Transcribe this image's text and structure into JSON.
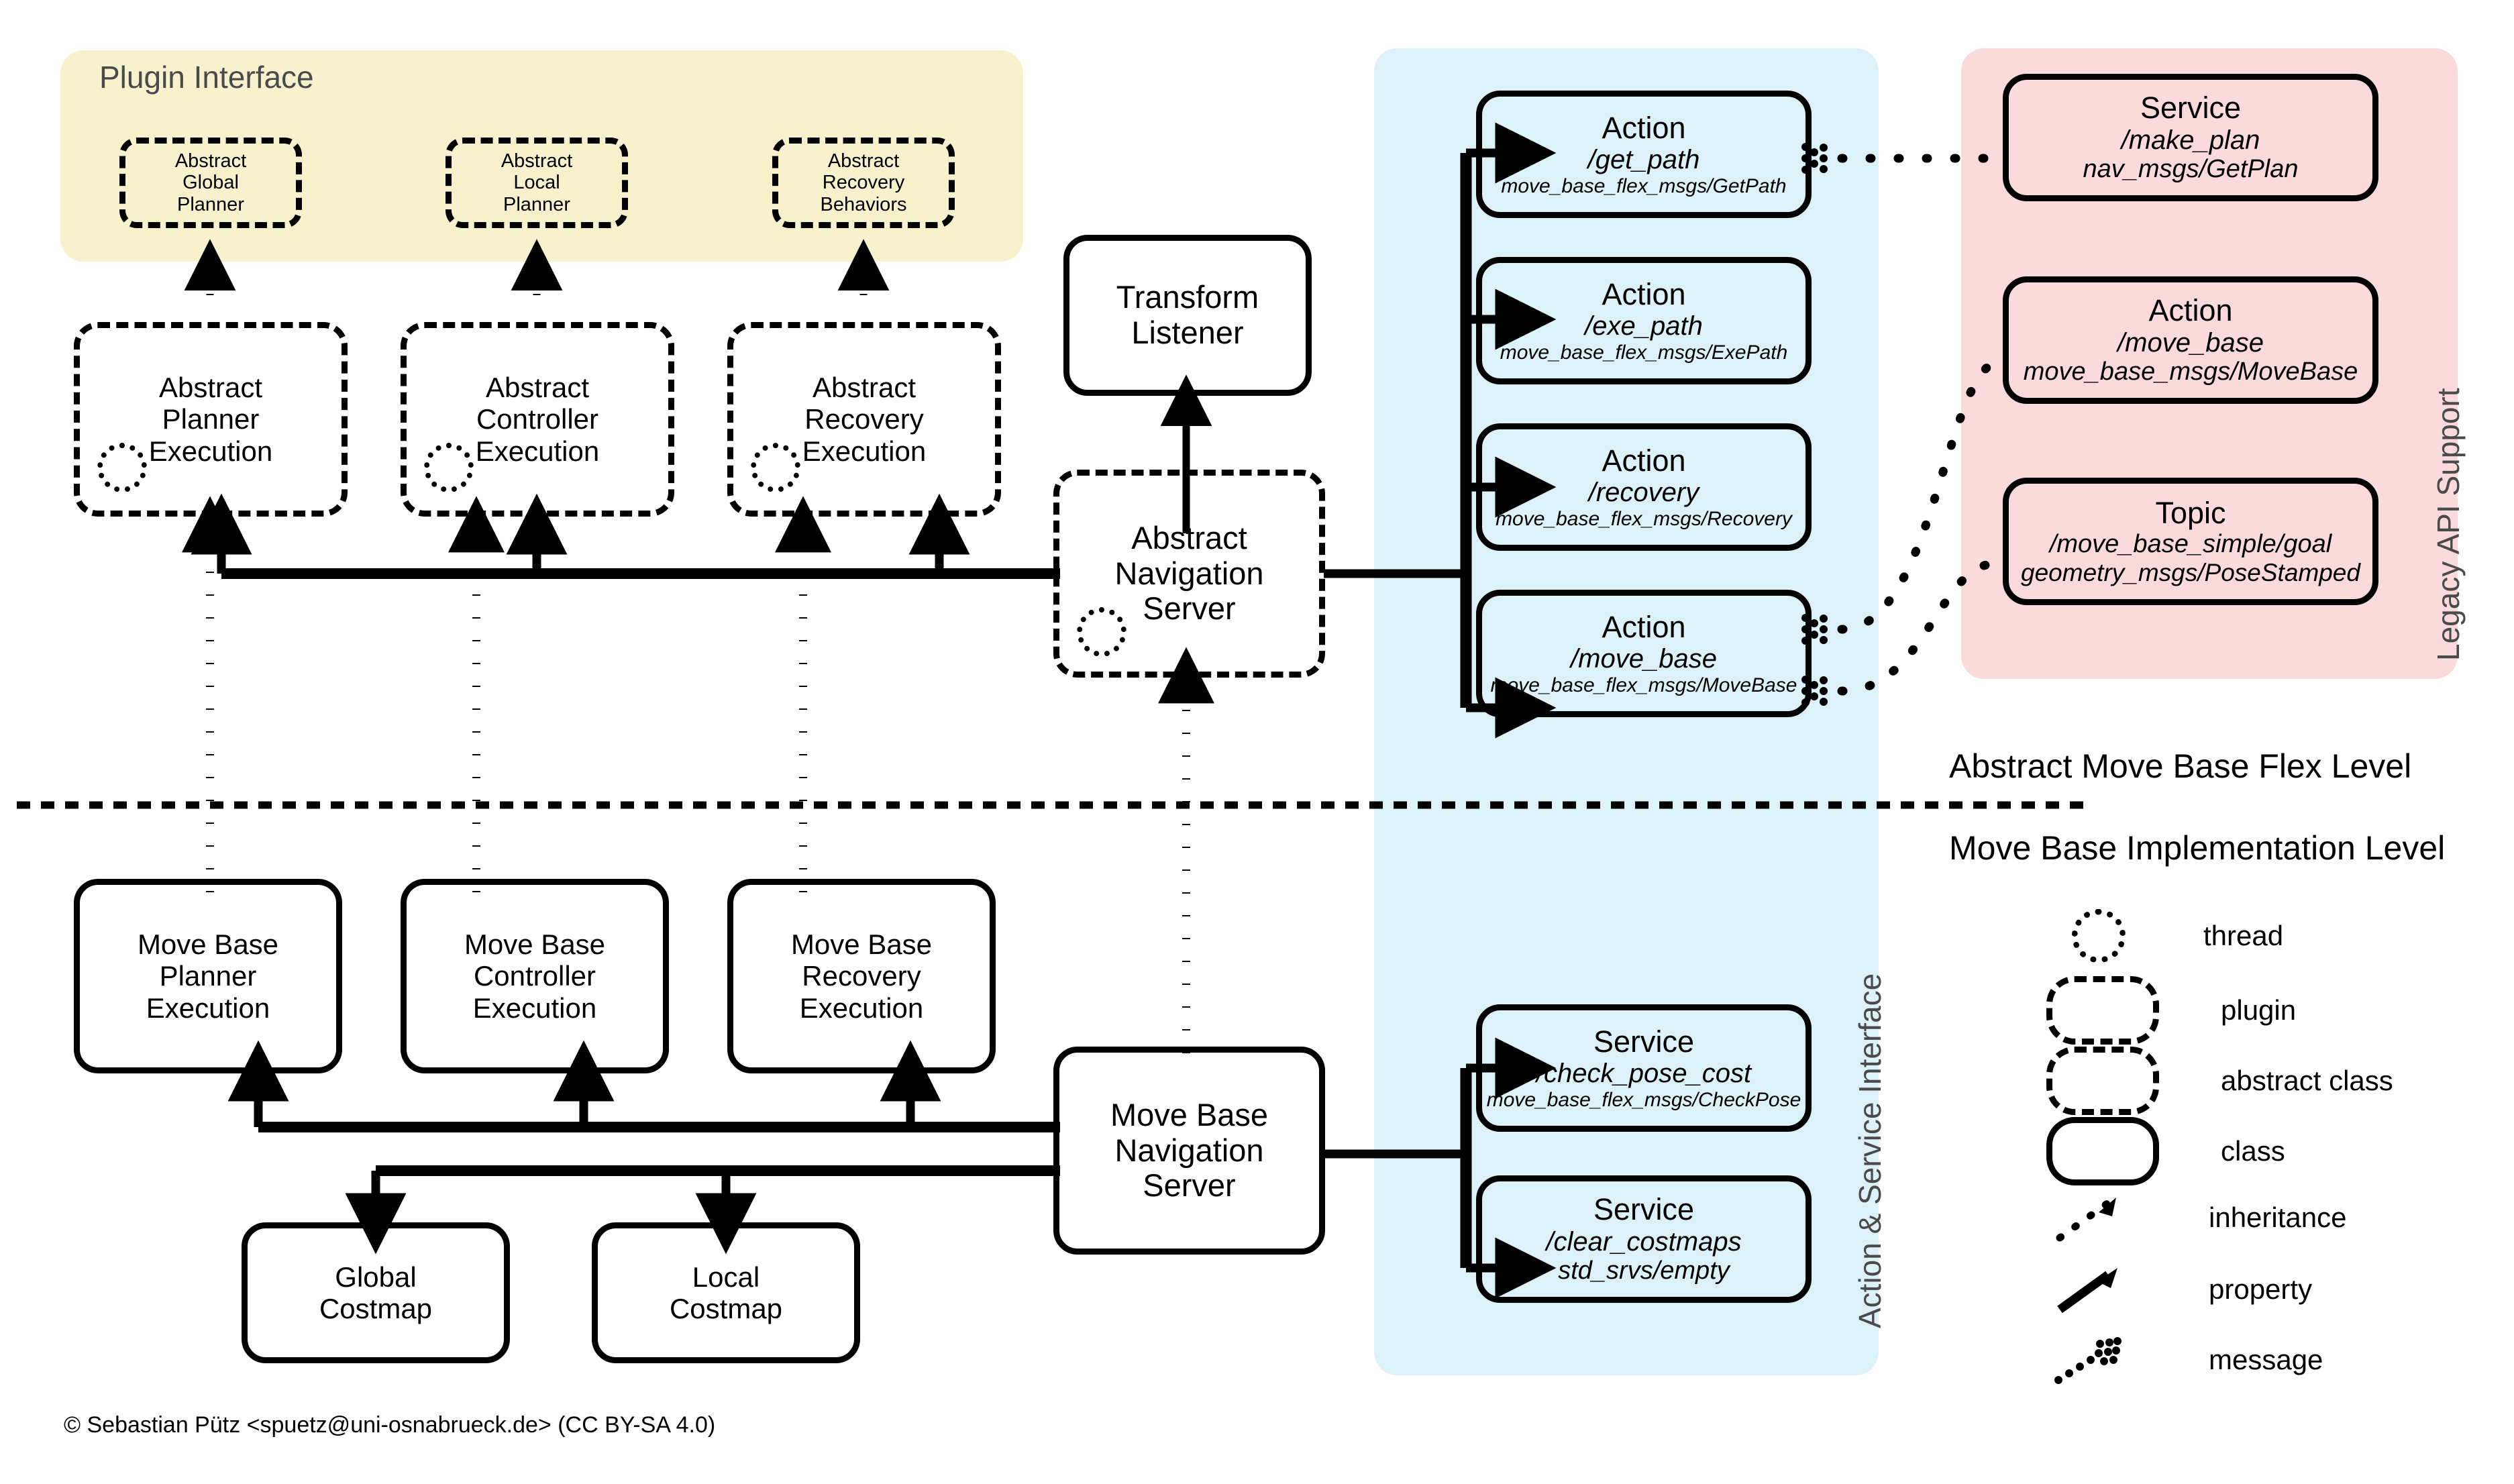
{
  "panels": {
    "plugin_interface": {
      "title": "Plugin Interface",
      "color": "#f7f2cd"
    },
    "action_service_interface": {
      "title": "Action & Service Interface",
      "color": "#ddf1f9"
    },
    "legacy_api_support": {
      "title": "Legacy API Support",
      "color": "#fadada"
    }
  },
  "plugins": [
    {
      "lines": [
        "Abstract",
        "Global",
        "Planner"
      ]
    },
    {
      "lines": [
        "Abstract",
        "Local",
        "Planner"
      ]
    },
    {
      "lines": [
        "Abstract",
        "Recovery",
        "Behaviors"
      ]
    }
  ],
  "abstract_executions": [
    {
      "lines": [
        "Abstract",
        "Planner",
        "Execution"
      ]
    },
    {
      "lines": [
        "Abstract",
        "Controller",
        "Execution"
      ]
    },
    {
      "lines": [
        "Abstract",
        "Recovery",
        "Execution"
      ]
    }
  ],
  "transform_listener": {
    "lines": [
      "Transform",
      "Listener"
    ]
  },
  "abstract_navigation_server": {
    "lines": [
      "Abstract",
      "Navigation",
      "Server"
    ]
  },
  "move_base_executions": [
    {
      "lines": [
        "Move Base",
        "Planner",
        "Execution"
      ]
    },
    {
      "lines": [
        "Move Base",
        "Controller",
        "Execution"
      ]
    },
    {
      "lines": [
        "Move Base",
        "Recovery",
        "Execution"
      ]
    }
  ],
  "costmaps": [
    {
      "lines": [
        "Global",
        "Costmap"
      ]
    },
    {
      "lines": [
        "Local",
        "Costmap"
      ]
    }
  ],
  "move_base_navigation_server": {
    "lines": [
      "Move Base",
      "Navigation",
      "Server"
    ]
  },
  "actions": [
    {
      "kind": "Action",
      "name": "/get_path",
      "type": "move_base_flex_msgs/GetPath"
    },
    {
      "kind": "Action",
      "name": "/exe_path",
      "type": "move_base_flex_msgs/ExePath"
    },
    {
      "kind": "Action",
      "name": "/recovery",
      "type": "move_base_flex_msgs/Recovery"
    },
    {
      "kind": "Action",
      "name": "/move_base",
      "type": "move_base_flex_msgs/MoveBase"
    }
  ],
  "services": [
    {
      "kind": "Service",
      "name": "/check_pose_cost",
      "type": "move_base_flex_msgs/CheckPose"
    },
    {
      "kind": "Service",
      "name": "/clear_costmaps",
      "type": "std_srvs/empty"
    }
  ],
  "legacy": [
    {
      "kind": "Service",
      "name": "/make_plan",
      "type": "nav_msgs/GetPlan"
    },
    {
      "kind": "Action",
      "name": "/move_base",
      "type": "move_base_msgs/MoveBase"
    },
    {
      "kind": "Topic",
      "name": "/move_base_simple/goal",
      "type": "geometry_msgs/PoseStamped"
    }
  ],
  "levels": {
    "upper": "Abstract Move Base Flex Level",
    "lower": "Move Base Implementation Level"
  },
  "legend": [
    {
      "symbol": "thread-symbol",
      "label": "thread"
    },
    {
      "symbol": "plugin-symbol",
      "label": "plugin"
    },
    {
      "symbol": "abstract-class-symbol",
      "label": "abstract class"
    },
    {
      "symbol": "class-symbol",
      "label": "class"
    },
    {
      "symbol": "inheritance-arrow-symbol",
      "label": "inheritance"
    },
    {
      "symbol": "property-arrow-symbol",
      "label": "property"
    },
    {
      "symbol": "message-arrow-symbol",
      "label": "message"
    }
  ],
  "credit": "© Sebastian Pütz <spuetz@uni-osnabrueck.de> (CC BY-SA 4.0)"
}
